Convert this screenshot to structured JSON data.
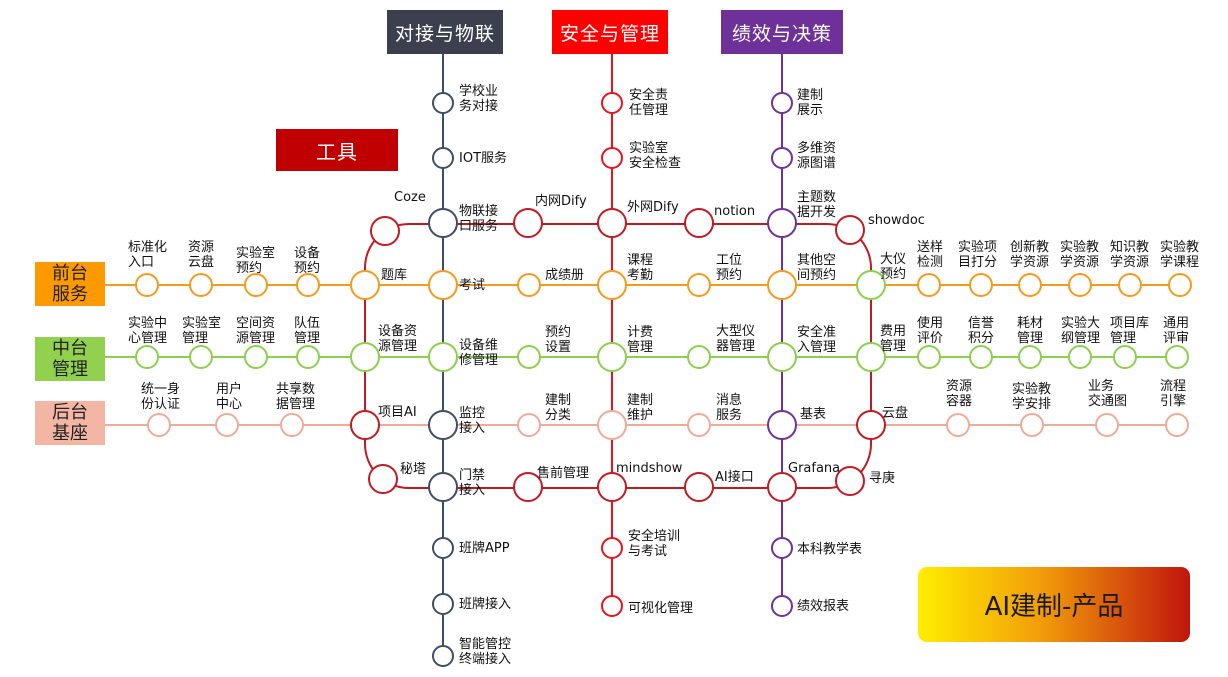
{
  "colors": {
    "line_iot": "#3f4d68",
    "line_safety": "#e8141b",
    "line_perf": "#6e3199",
    "ring": "#c01b22",
    "line_front": "#f59a1d",
    "line_middle": "#8ccf4f",
    "line_back": "#f0aa98",
    "header_iot": "#3c3f4d",
    "header_safety": "#ff0000",
    "header_perf": "#6e3199",
    "tools_bg": "#c00000",
    "front_bg": "#ff9900",
    "middle_bg": "#92d050",
    "back_bg": "#f4b6a4"
  },
  "headers": {
    "iot": "对接与物联",
    "safety": "安全与管理",
    "perf": "绩效与决策",
    "tools": "工具"
  },
  "side_labels": {
    "front": "前台\n服务",
    "middle": "中台\n管理",
    "back": "后台\n基座"
  },
  "product_title": "AI建制-产品",
  "stations": {
    "iot": [
      "学校业\n务对接",
      "IOT服务",
      "物联接\n口服务",
      "考试",
      "设备维\n修管理",
      "监控\n接入",
      "门禁\n接入",
      "班牌APP",
      "班牌接入",
      "智能管控\n终端接入"
    ],
    "safety": [
      "安全责\n任管理",
      "实验室\n安全检查",
      "外网Dify",
      "课程\n考勤",
      "计费\n管理",
      "建制\n维护",
      "mindshow",
      "安全培训\n与考试",
      "可视化管理"
    ],
    "perf": [
      "建制\n展示",
      "多维资\n源图谱",
      "主题数\n据开发",
      "其他空\n间预约",
      "安全准\n入管理",
      "基表",
      "Grafana",
      "本科教学表",
      "绩效报表"
    ],
    "ring": [
      "Coze",
      "内网Dify",
      "notion",
      "showdoc",
      "题库",
      "大仪\n预约",
      "设备资\n源管理",
      "费用\n管理",
      "项目AI",
      "云盘",
      "秘塔",
      "售前管理",
      "AI接口",
      "寻庚"
    ],
    "front": [
      "标准化\n入口",
      "资源\n云盘",
      "实验室\n预约",
      "设备\n预约",
      "成绩册",
      "工位\n预约",
      "送样\n检测",
      "实验项\n目打分",
      "创新教\n学资源",
      "实验教\n学资源",
      "知识教\n学资源",
      "实验教\n学课程"
    ],
    "middle": [
      "实验中\n心管理",
      "实验室\n管理",
      "空间资\n源管理",
      "队伍\n管理",
      "预约\n设置",
      "大型仪\n器管理",
      "使用\n评价",
      "信誉\n积分",
      "耗材\n管理",
      "实验大\n纲管理",
      "项目库\n管理",
      "通用\n评审"
    ],
    "back": [
      "统一身\n份认证",
      "用户\n中心",
      "共享数\n据管理",
      "建制\n分类",
      "消息\n服务",
      "资源\n容器",
      "实验教\n学安排",
      "业务\n交通图",
      "流程\n引擎"
    ]
  }
}
